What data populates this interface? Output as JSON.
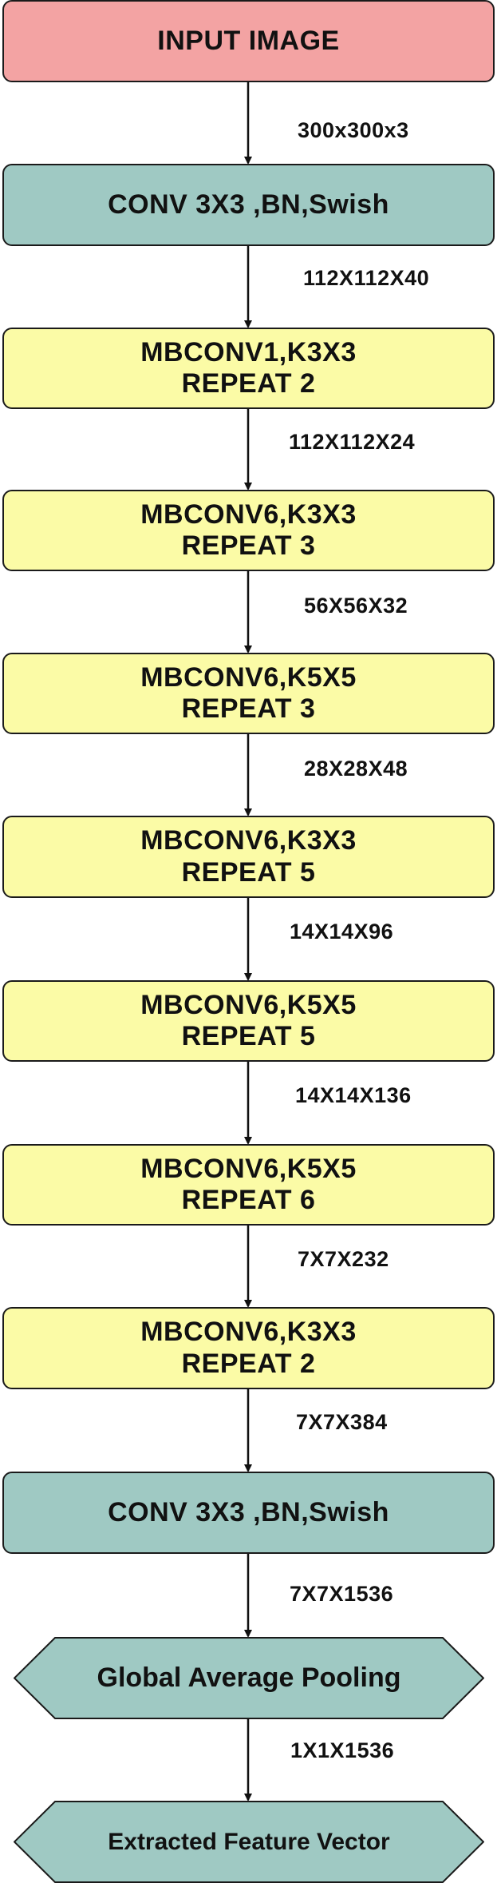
{
  "colors": {
    "input": "#f3a3a3",
    "conv": "#9fc9c3",
    "mbconv": "#fbfba6",
    "hexagon": "#9fc9c3",
    "stroke": "#1a1a1a"
  },
  "nodes": [
    {
      "lines": [
        "INPUT IMAGE"
      ],
      "kind": "input"
    },
    {
      "lines": [
        "CONV 3X3 ,BN,Swish"
      ],
      "kind": "conv"
    },
    {
      "lines": [
        "MBCONV1,K3X3",
        "REPEAT 2"
      ],
      "kind": "mbconv"
    },
    {
      "lines": [
        "MBCONV6,K3X3",
        "REPEAT 3"
      ],
      "kind": "mbconv"
    },
    {
      "lines": [
        "MBCONV6,K5X5",
        "REPEAT 3"
      ],
      "kind": "mbconv"
    },
    {
      "lines": [
        "MBCONV6,K3X3",
        "REPEAT 5"
      ],
      "kind": "mbconv"
    },
    {
      "lines": [
        "MBCONV6,K5X5",
        "REPEAT 5"
      ],
      "kind": "mbconv"
    },
    {
      "lines": [
        "MBCONV6,K5X5",
        "REPEAT 6"
      ],
      "kind": "mbconv"
    },
    {
      "lines": [
        "MBCONV6,K3X3",
        "REPEAT 2"
      ],
      "kind": "mbconv"
    },
    {
      "lines": [
        "CONV 3X3 ,BN,Swish"
      ],
      "kind": "conv"
    },
    {
      "lines": [
        "Global Average Pooling"
      ],
      "kind": "hexagon"
    },
    {
      "lines": [
        "Extracted Feature Vector"
      ],
      "kind": "hexagon"
    }
  ],
  "edges": [
    {
      "label": "300x300x3"
    },
    {
      "label": "112X112X40"
    },
    {
      "label": "112X112X24"
    },
    {
      "label": "56X56X32"
    },
    {
      "label": "28X28X48"
    },
    {
      "label": "14X14X96"
    },
    {
      "label": "14X14X136"
    },
    {
      "label": "7X7X232"
    },
    {
      "label": "7X7X384"
    },
    {
      "label": "7X7X1536"
    },
    {
      "label": "1X1X1536"
    }
  ]
}
